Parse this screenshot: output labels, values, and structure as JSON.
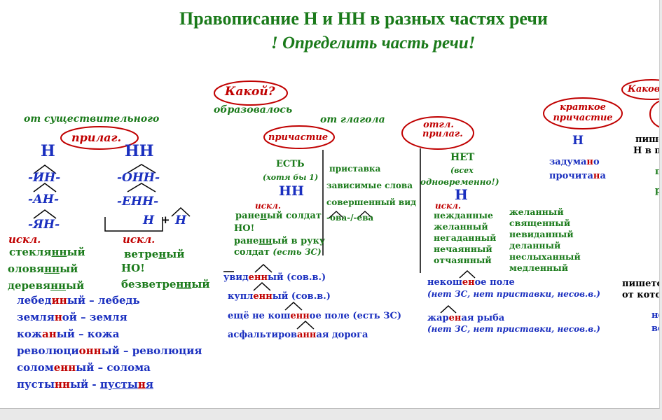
{
  "title": "Правописание Н и НН в разных частях речи",
  "subtitle": "! Определить часть речи!",
  "question_kakoy": "Какой?",
  "obrazovalos": "образовалось",
  "ot_sush": "от существительного",
  "ot_glagola": "от глагола",
  "kakov_partial": "Каков",
  "adj": {
    "oval": "прилаг.",
    "n_label": "Н",
    "nn_label": "НН",
    "suffix_in": "-ИН-",
    "suffix_an": "-АН-",
    "suffix_yan": "-ЯН-",
    "suffix_onn": "-ОНН-",
    "suffix_enn": "-ЕНН-",
    "n_plus_n_left": "Н",
    "plus": "+",
    "n_plus_n_right": "Н",
    "iskl_left": "искл.",
    "iskl_right": "искл.",
    "excl_left": [
      [
        "стекля",
        "нн",
        "ый"
      ],
      [
        "оловя",
        "нн",
        "ый"
      ],
      [
        "деревя",
        "нн",
        "ый"
      ]
    ],
    "excl_right": [
      [
        "ветре",
        "н",
        "ый"
      ],
      [
        "НО!",
        "",
        ""
      ],
      [
        "безветре",
        "нн",
        "ый"
      ]
    ],
    "examples": [
      [
        "лебед",
        "ин",
        "ый – лебедь"
      ],
      [
        "земля",
        "н",
        "ой – земля"
      ],
      [
        "кож",
        "ан",
        "ый – кожа"
      ],
      [
        "революци",
        "онн",
        "ый – революция"
      ],
      [
        "солом",
        "енн",
        "ый – солома"
      ],
      [
        "пусты",
        "нн",
        "ый - ",
        "пусты",
        "н",
        "я"
      ]
    ]
  },
  "participle": {
    "oval": "причастие",
    "est": "ЕСТЬ",
    "hotya": "(хотя бы 1)",
    "nn": "НН",
    "iskl": "искл.",
    "ex1_a": "ране",
    "ex1_b": "н",
    "ex1_c": "ый солдат",
    "no": "НО!",
    "ex2_a": "ране",
    "ex2_b": "нн",
    "ex2_c": "ый в руку",
    "ex2_d": "солдат ",
    "ex2_e": "(есть ЗС)",
    "cond1": "приставка",
    "cond2": "зависимые слова",
    "cond3": "совершенный вид",
    "cond4": "-ова-/-ева",
    "examples": [
      [
        "увид",
        "енн",
        "ый (сов.в.)"
      ],
      [
        "купл",
        "енн",
        "ый (сов.в.)"
      ],
      [
        "ещё не кош",
        "енн",
        "ое поле (есть ЗС)"
      ],
      [
        "асфальтиров",
        "анн",
        "ая дорога"
      ]
    ]
  },
  "verbal_adj": {
    "oval": "отгл. прилаг.",
    "net": "НЕТ",
    "vseh1": "(всех",
    "vseh2": "одновременно!)",
    "n": "Н",
    "iskl": "искл.",
    "list_left": [
      "нежданные",
      "желанный",
      "негаданный",
      "нечаянный",
      "отчаянный"
    ],
    "list_right": [
      "желанный",
      "священный",
      "невиданный",
      "деланный",
      "неслыханный",
      "медленный"
    ],
    "ex1": [
      "некош",
      "ен",
      "ое поле"
    ],
    "ex1_note": "(нет ЗС, нет приставки, несов.в.)",
    "ex2": [
      "жар",
      "ен",
      "ая рыба"
    ],
    "ex2_note": "(нет ЗС, нет приставки, несов.в.)"
  },
  "short_participle": {
    "oval": "краткое причастие",
    "n": "Н",
    "ex1": [
      "задума",
      "н",
      "о"
    ],
    "ex2": [
      "прочита",
      "н",
      "а"
    ]
  },
  "right_partial": {
    "t1": "пише",
    "t2": "Н в по",
    "t3": "п",
    "t4": "р",
    "t5": "пишето",
    "t6": "от кото",
    "t7": "не",
    "t8": "ве"
  }
}
